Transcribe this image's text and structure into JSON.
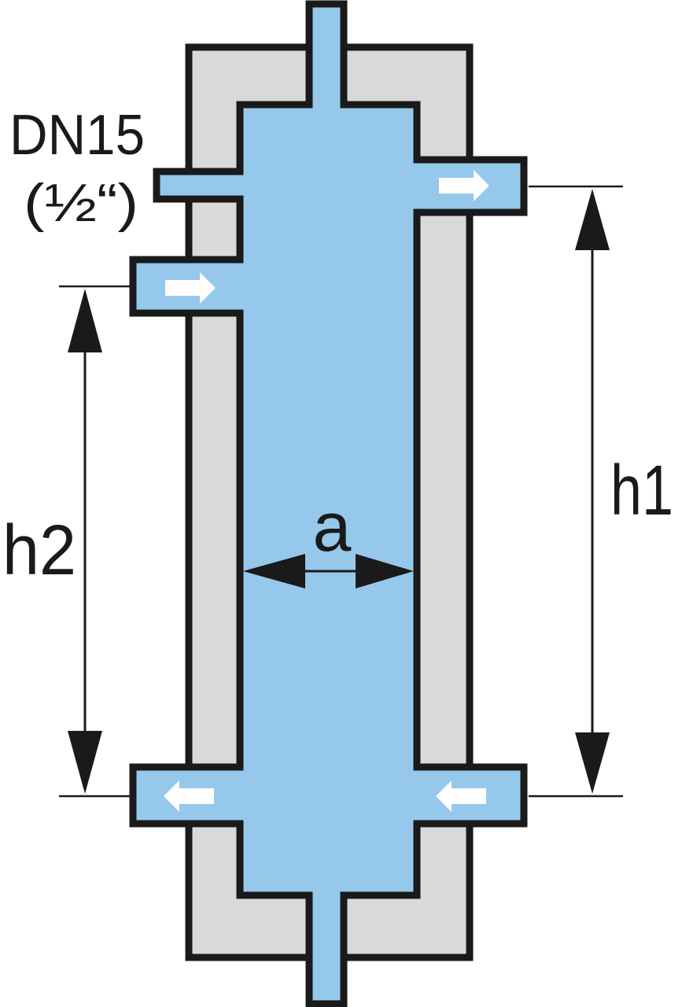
{
  "labels": {
    "connection_size": "DN15",
    "connection_size_inch": "(½“)",
    "dimension_a": "a",
    "dimension_h1": "h1",
    "dimension_h2": "h2"
  },
  "colors": {
    "water": "#96c8ec",
    "insulation": "#d9d9d9",
    "outline": "#1a1a1a",
    "arrow_fill": "#ffffff"
  },
  "icons": {
    "flow_direction": "flow-arrow-icon"
  }
}
